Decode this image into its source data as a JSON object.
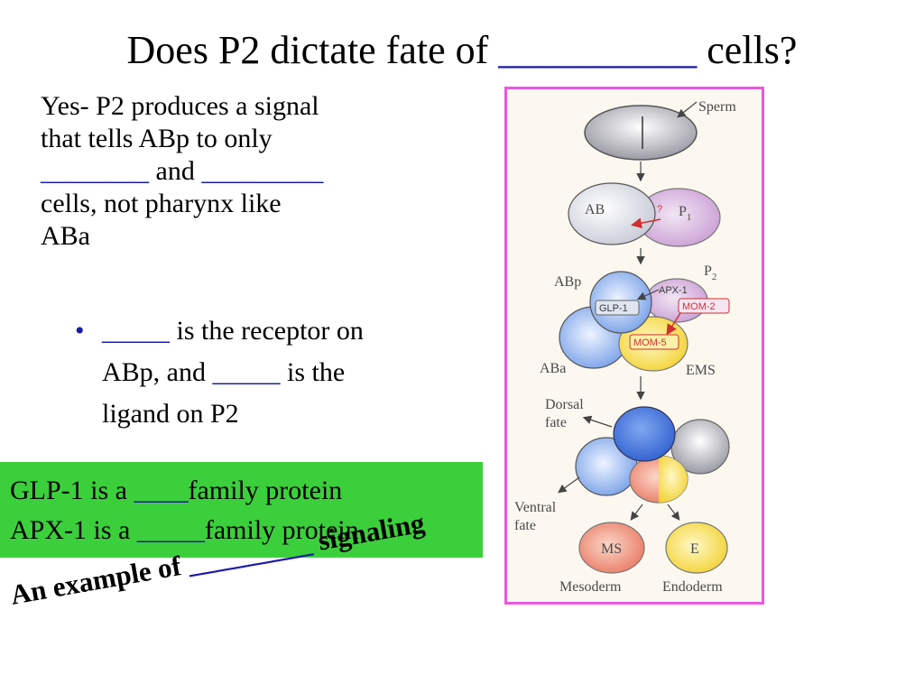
{
  "title": {
    "prefix": "Does P2 dictate fate of ",
    "blank": "__________",
    "suffix": " cells?"
  },
  "intro": {
    "line1": "Yes- P2 produces a signal",
    "line2": "that tells ABp to only",
    "line3_blank1": "________",
    "line3_mid": " and ",
    "line3_blank2": "_________",
    "line4": "cells, not  pharynx like",
    "line5": "ABa"
  },
  "bullet": {
    "symbol": "•",
    "blank1": "_____",
    "text1": " is the receptor on",
    "text2_prefix": "ABp, and ",
    "blank2": "_____",
    "text2_suffix": " is the",
    "text3": "ligand on P2"
  },
  "green_box": {
    "line1_prefix": "GLP-1 is a ",
    "line1_blank": "____",
    "line1_suffix": "family protein",
    "line2_prefix": "APX-1 is a ",
    "line2_blank": "_____",
    "line2_suffix": "family protein",
    "background": "#3ccf3c"
  },
  "example": {
    "prefix": "An example of ",
    "blank": "_________",
    "suffix": " signaling"
  },
  "figure": {
    "border_color": "#ee55e0",
    "labels": {
      "sperm": "Sperm",
      "ab": "AB",
      "question": "?",
      "p1": "P",
      "p1_sub": "1",
      "abp": "ABp",
      "p2": "P",
      "p2_sub": "2",
      "apx1": "APX-1",
      "glp1": "GLP-1",
      "mom2": "MOM-2",
      "mom5": "MOM-5",
      "aba": "ABa",
      "ems": "EMS",
      "dorsal_fate_1": "Dorsal",
      "dorsal_fate_2": "fate",
      "ventral_fate_1": "Ventral",
      "ventral_fate_2": "fate",
      "ms": "MS",
      "e": "E",
      "mesoderm": "Mesoderm",
      "endoderm": "Endoderm"
    }
  }
}
